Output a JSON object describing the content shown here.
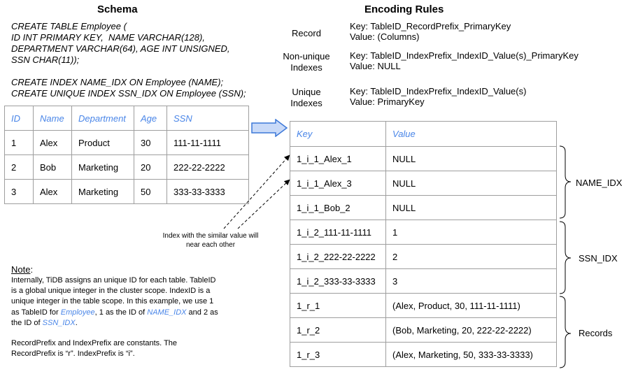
{
  "schema": {
    "heading": "Schema",
    "sql_lines": [
      "CREATE TABLE Employee (",
      "ID INT PRIMARY KEY,  NAME VARCHAR(128),",
      "DEPARTMENT VARCHAR(64), AGE INT UNSIGNED,",
      "SSN CHAR(11));",
      "",
      "CREATE INDEX NAME_IDX ON Employee (NAME);",
      "CREATE UNIQUE INDEX SSN_IDX ON Employee (SSN);"
    ]
  },
  "employee_table": {
    "headers": [
      "ID",
      "Name",
      "Department",
      "Age",
      "SSN"
    ],
    "rows": [
      [
        "1",
        "Alex",
        "Product",
        "30",
        "111-11-1111"
      ],
      [
        "2",
        "Bob",
        "Marketing",
        "20",
        "222-22-2222"
      ],
      [
        "3",
        "Alex",
        "Marketing",
        "50",
        "333-33-3333"
      ]
    ]
  },
  "encoding": {
    "heading": "Encoding Rules",
    "rules": [
      {
        "label": "Record",
        "key": "Key: TableID_RecordPrefix_PrimaryKey",
        "value": "Value: (Columns)"
      },
      {
        "label": "Non-unique Indexes",
        "key": "Key: TableID_IndexPrefix_IndexID_Value(s)_PrimaryKey",
        "value": "Value: NULL"
      },
      {
        "label": "Unique Indexes",
        "key": "Key: TableID_IndexPrefix_IndexID_Value(s)",
        "value": "Value: PrimaryKey"
      }
    ]
  },
  "kv_table": {
    "headers": [
      "Key",
      "Value"
    ],
    "rows": [
      [
        "1_i_1_Alex_1",
        "NULL"
      ],
      [
        "1_i_1_Alex_3",
        "NULL"
      ],
      [
        "1_i_1_Bob_2",
        "NULL"
      ],
      [
        "1_i_2_111-11-1111",
        "1"
      ],
      [
        "1_i_2_222-22-2222",
        "2"
      ],
      [
        "1_i_2_333-33-3333",
        "3"
      ],
      [
        "1_r_1",
        "(Alex, Product, 30, 111-11-1111)"
      ],
      [
        "1_r_2",
        "(Bob, Marketing, 20, 222-22-2222)"
      ],
      [
        "1_r_3",
        "(Alex, Marketing, 50, 333-33-3333)"
      ]
    ]
  },
  "groups": [
    "NAME_IDX",
    "SSN_IDX",
    "Records"
  ],
  "annotation": "Index with the similar value will near each other",
  "note": {
    "title": "Note",
    "colon": ":",
    "p1_a": "Internally, TiDB assigns an unique ID for each table. TableID is a global unique integer in the cluster scope. IndexID is a unique integer in the table scope. In this example, we use 1 as TableID for ",
    "p1_employee": "Employee",
    "p1_b": ", 1 as the ID of ",
    "p1_name_idx": "NAME_IDX",
    "p1_c": " and 2 as the ID of ",
    "p1_ssn_idx": "SSN_IDX",
    "p1_d": ".",
    "p2": "RecordPrefix and IndexPrefix are constants. The RecordPrefix is “r”. IndexPrefix is “i”."
  },
  "colors": {
    "accent": "#4a86e8",
    "arrow_fill": "#c9daf8",
    "arrow_stroke": "#3c78d8",
    "border": "#9e9e9e"
  }
}
